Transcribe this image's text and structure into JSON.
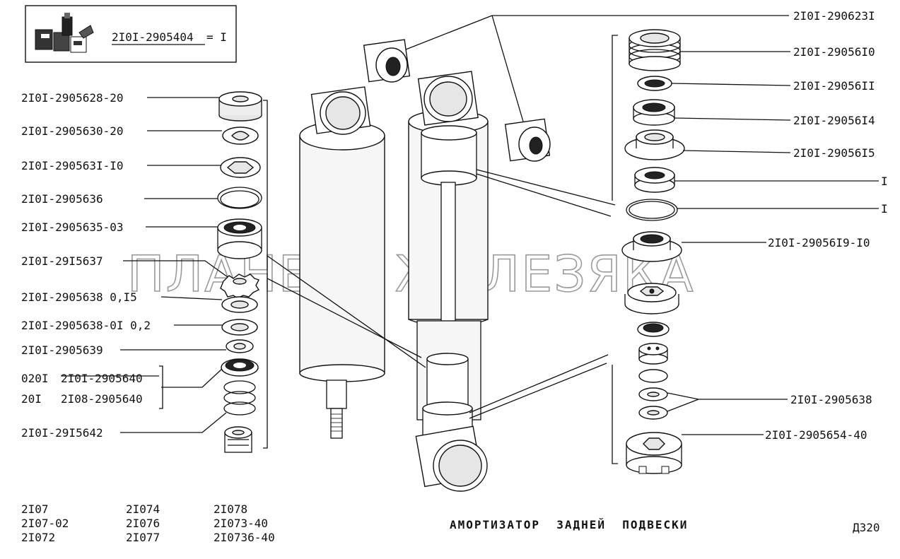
{
  "kit_label": "2I0I-2905404",
  "kit_suffix": "= I",
  "left_labels": [
    "2I0I-2905628-20",
    "2I0I-2905630-20",
    "2I0I-290563I-I0",
    "2I0I-2905636",
    "2I0I-2905635-03",
    "2I0I-29I5637",
    "2I0I-2905638 0,I5",
    "2I0I-2905638-0I 0,2",
    "2I0I-2905639",
    "2I0I-29I5642"
  ],
  "bracket_rows": [
    {
      "code": "020I",
      "part": "2I0I-2905640"
    },
    {
      "code": "20I",
      "part": "2I08-2905640"
    }
  ],
  "right_labels": [
    "2I0I-290623I",
    "2I0I-29056I0",
    "2I0I-29056II",
    "2I0I-29056I4",
    "2I0I-29056I5",
    "I",
    "I",
    "2I0I-29056I9-I0",
    "2I0I-2905638",
    "2I0I-2905654-40"
  ],
  "models": {
    "col1": [
      "2I07",
      "2I07-02",
      "2I072"
    ],
    "col2": [
      "2I074",
      "2I076",
      "2I077"
    ],
    "col3": [
      "2I078",
      "2I073-40",
      "2I0736-40"
    ]
  },
  "title": "АМОРТИЗАТОР  ЗАДНЕЙ  ПОДВЕСКИ",
  "page_code": "Д320",
  "watermark": "ПЛАНЕТА ЖЕЛЕЗЯКА"
}
